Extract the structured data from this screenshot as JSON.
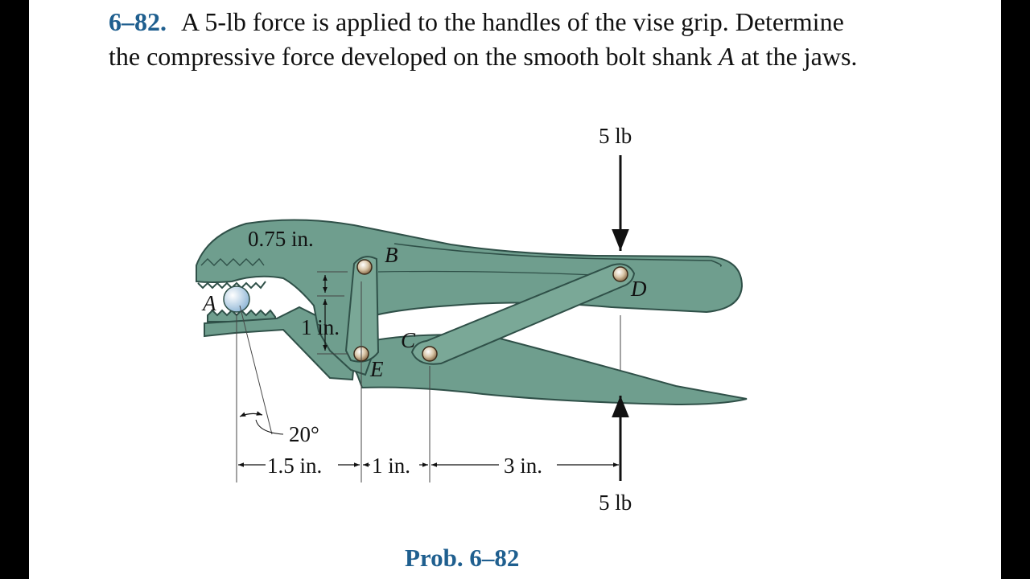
{
  "problem": {
    "number": "6–82.",
    "text_before": "A 5-lb force is applied to the handles of the vise grip. Determine the compressive force developed on the smooth bolt shank ",
    "shank_label": "A",
    "text_after": " at the jaws."
  },
  "figure": {
    "top_force": "5 lb",
    "bottom_force": "5 lb",
    "dim_075": "0.75 in.",
    "dim_1_vert": "1 in.",
    "angle": "20°",
    "dim_15": "1.5 in.",
    "dim_1_horiz": "1 in.",
    "dim_3": "3 in.",
    "point_A": "A",
    "point_B": "B",
    "point_C": "C",
    "point_D": "D",
    "point_E": "E",
    "caption": "Prob. 6–82"
  },
  "colors": {
    "tool_green": "#6f9e8e",
    "tool_dark": "#2f5048",
    "caption_blue": "#1f5f8f",
    "bolt_blue": "#bcd8ee"
  }
}
